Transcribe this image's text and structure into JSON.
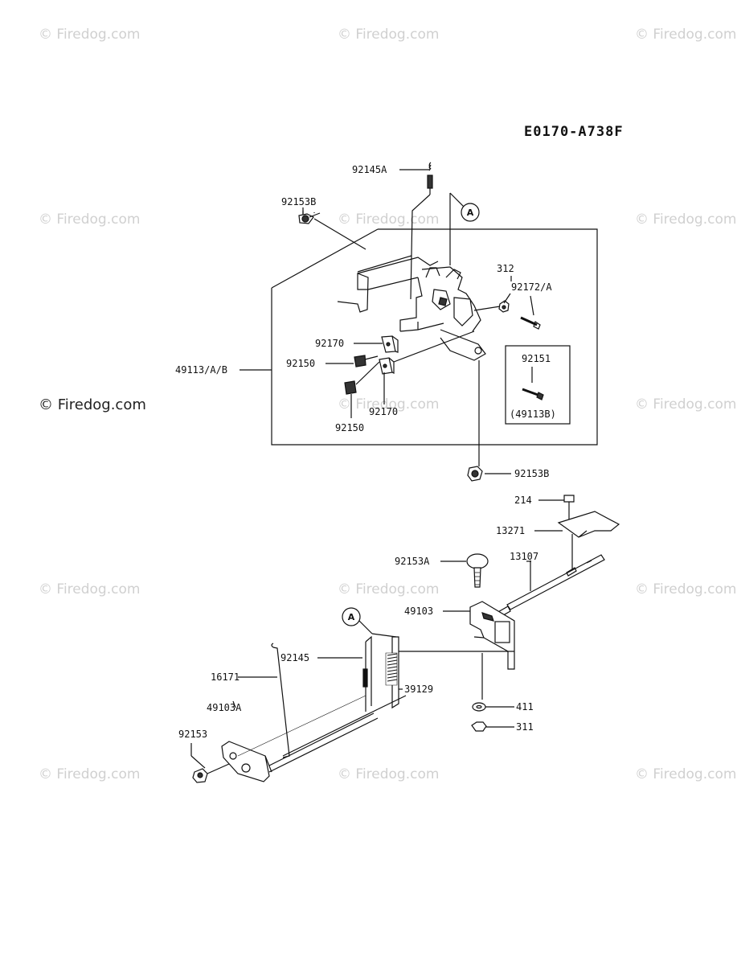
{
  "diagram_code": "E0170-A738F",
  "watermark": "© Firedog.com",
  "watermark_main": "© Firedog.com",
  "callout_letter": "A",
  "parts": {
    "p92145A": "92145A",
    "p92153B_top": "92153B",
    "p312": "312",
    "p92172A": "92172/A",
    "p92170_a": "92170",
    "p92150_a": "92150",
    "p49113AB": "49113/A/B",
    "p92151": "92151",
    "p49113B": "(49113B)",
    "p92170_b": "92170",
    "p92150_b": "92150",
    "p92153B_bot": "92153B",
    "p214": "214",
    "p13271": "13271",
    "p92153A": "92153A",
    "p13107": "13107",
    "p49103": "49103",
    "p92145": "92145",
    "p16171": "16171",
    "p39129": "39129",
    "p49103A": "49103A",
    "p411": "411",
    "p311": "311",
    "p92153": "92153"
  }
}
